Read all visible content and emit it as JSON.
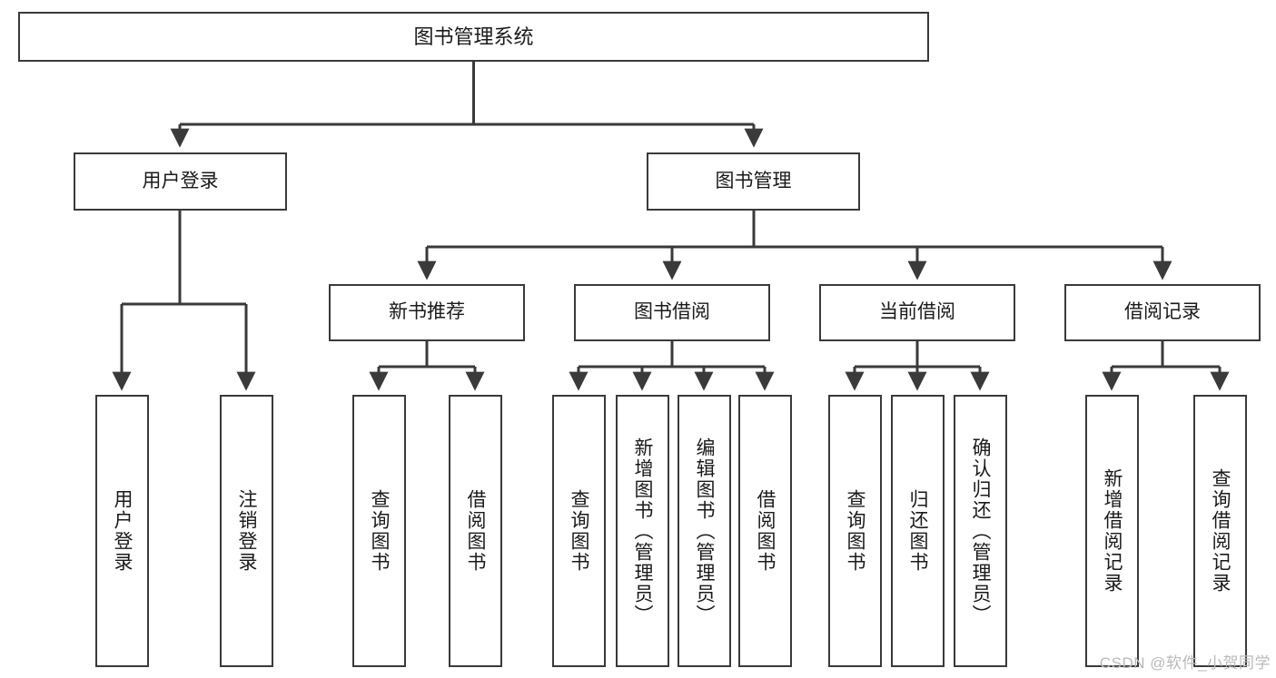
{
  "diagram": {
    "title": "图书管理系统",
    "type": "tree",
    "stroke_color": "#3a3a3a",
    "fill_color": "#ffffff",
    "text_color": "#1a1a1a",
    "root": {
      "label": "图书管理系统"
    },
    "level2": [
      {
        "label": "用户登录"
      },
      {
        "label": "图书管理"
      }
    ],
    "level3": [
      {
        "label": "新书推荐"
      },
      {
        "label": "图书借阅"
      },
      {
        "label": "当前借阅"
      },
      {
        "label": "借阅记录"
      }
    ],
    "leaves": {
      "user_login": [
        {
          "label": "用户登录"
        },
        {
          "label": "注销登录"
        }
      ],
      "new_book_recommend": [
        {
          "label": "查询图书"
        },
        {
          "label": "借阅图书"
        }
      ],
      "book_borrow": [
        {
          "label": "查询图书"
        },
        {
          "label": "新增图书（管理员）"
        },
        {
          "label": "编辑图书（管理员）"
        },
        {
          "label": "借阅图书"
        }
      ],
      "current_borrow": [
        {
          "label": "查询图书"
        },
        {
          "label": "归还图书"
        },
        {
          "label": "确认归还（管理员）"
        }
      ],
      "borrow_record": [
        {
          "label": "新增借阅记录"
        },
        {
          "label": "查询借阅记录"
        }
      ]
    }
  },
  "watermark": {
    "text": "CSDN @软件_小贺同学",
    "color": "#b9b9b9"
  }
}
